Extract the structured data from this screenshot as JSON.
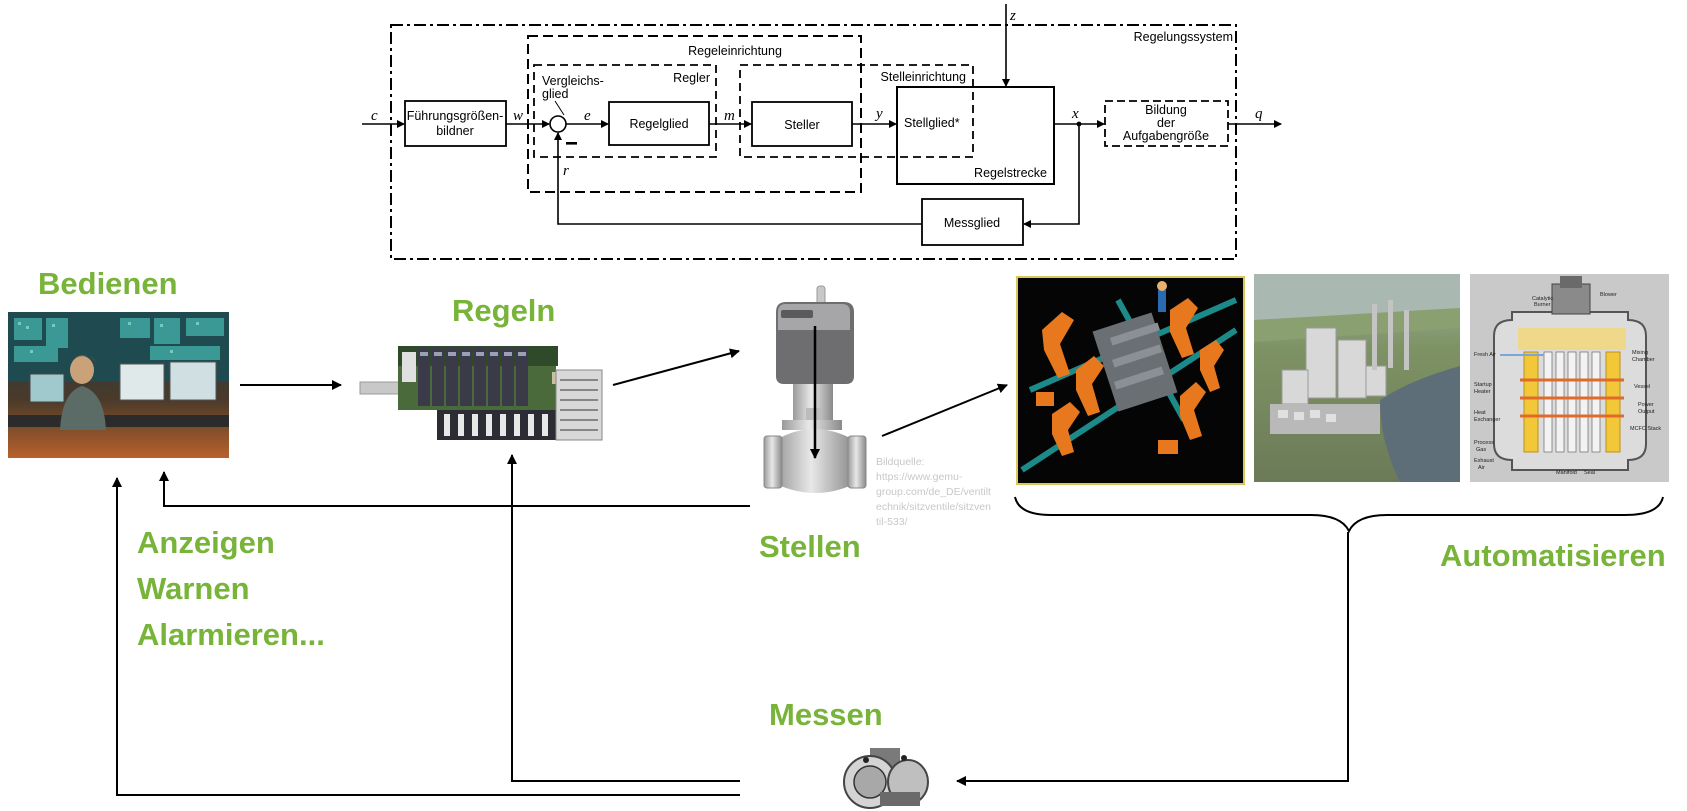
{
  "block_diagram": {
    "system_label": "Regelungssystem",
    "controller_device_label": "Regeleinrichtung",
    "controller_label": "Regler",
    "actuator_device_label": "Stelleinrichtung",
    "comparator_label_line1": "Vergleichs-",
    "comparator_label_line2": "glied",
    "reference_former_line1": "Führungsgrößen-",
    "reference_former_line2": "bildner",
    "control_element": "Regelglied",
    "actuator": "Steller",
    "final_element": "Stellglied*",
    "plant": "Regelstrecke",
    "task_former_line1": "Bildung",
    "task_former_line2": "der",
    "task_former_line3": "Aufgabengröße",
    "sensor": "Messglied",
    "signals": {
      "c": "c",
      "w": "w",
      "e": "e",
      "m": "m",
      "y": "y",
      "x": "x",
      "q": "q",
      "z": "z",
      "r": "r",
      "minus": "−"
    }
  },
  "labels": {
    "operate": "Bedienen",
    "control": "Regeln",
    "actuate": "Stellen",
    "automate": "Automatisieren",
    "display": "Anzeigen",
    "warn": "Warnen",
    "alarm": "Alarmieren...",
    "measure": "Messen"
  },
  "image_credit": {
    "line1": "Bildquelle:",
    "line2": "https://www.gemu-",
    "line3": "group.com/de_DE/ventilt",
    "line4": "echnik/sitzventile/sitzven",
    "line5": "til-533/"
  },
  "fuel_cell_labels": {
    "burner1": "Catalytic",
    "burner2": "Burner",
    "blower": "Blower",
    "fresh_air": "Fresh Air",
    "mixing1": "Mixing",
    "mixing2": "Chamber",
    "startup1": "Startup",
    "startup2": "Heater",
    "vessel": "Vessel",
    "heat1": "Heat",
    "heat2": "Exchanger",
    "power1": "Power",
    "power2": "Output",
    "stack": "MCFC Stack",
    "process1": "Process",
    "process2": "Gas",
    "exhaust1": "Exhaust",
    "exhaust2": "Air",
    "manifold": "Manifold",
    "seal": "Seal"
  },
  "colors": {
    "accent_green": "#78b33a",
    "robot_orange": "#e8781e",
    "line": "#000000"
  }
}
